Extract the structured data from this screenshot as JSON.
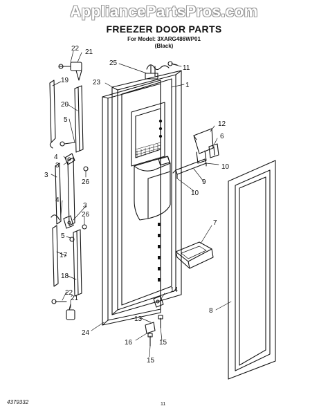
{
  "watermark": "AppliancePartsPros.com",
  "header": {
    "title": "FREEZER DOOR PARTS",
    "model_line": "For Model: 3XARG486WP01",
    "color": "(Black)"
  },
  "footer": {
    "doc_number": "4379332",
    "page_number": "11"
  },
  "callouts": [
    "1",
    "3",
    "4",
    "5",
    "6",
    "7",
    "8",
    "9",
    "10",
    "11",
    "12",
    "13",
    "14",
    "15",
    "16",
    "17",
    "18",
    "19",
    "20",
    "21",
    "22",
    "23",
    "24",
    "25",
    "26"
  ]
}
